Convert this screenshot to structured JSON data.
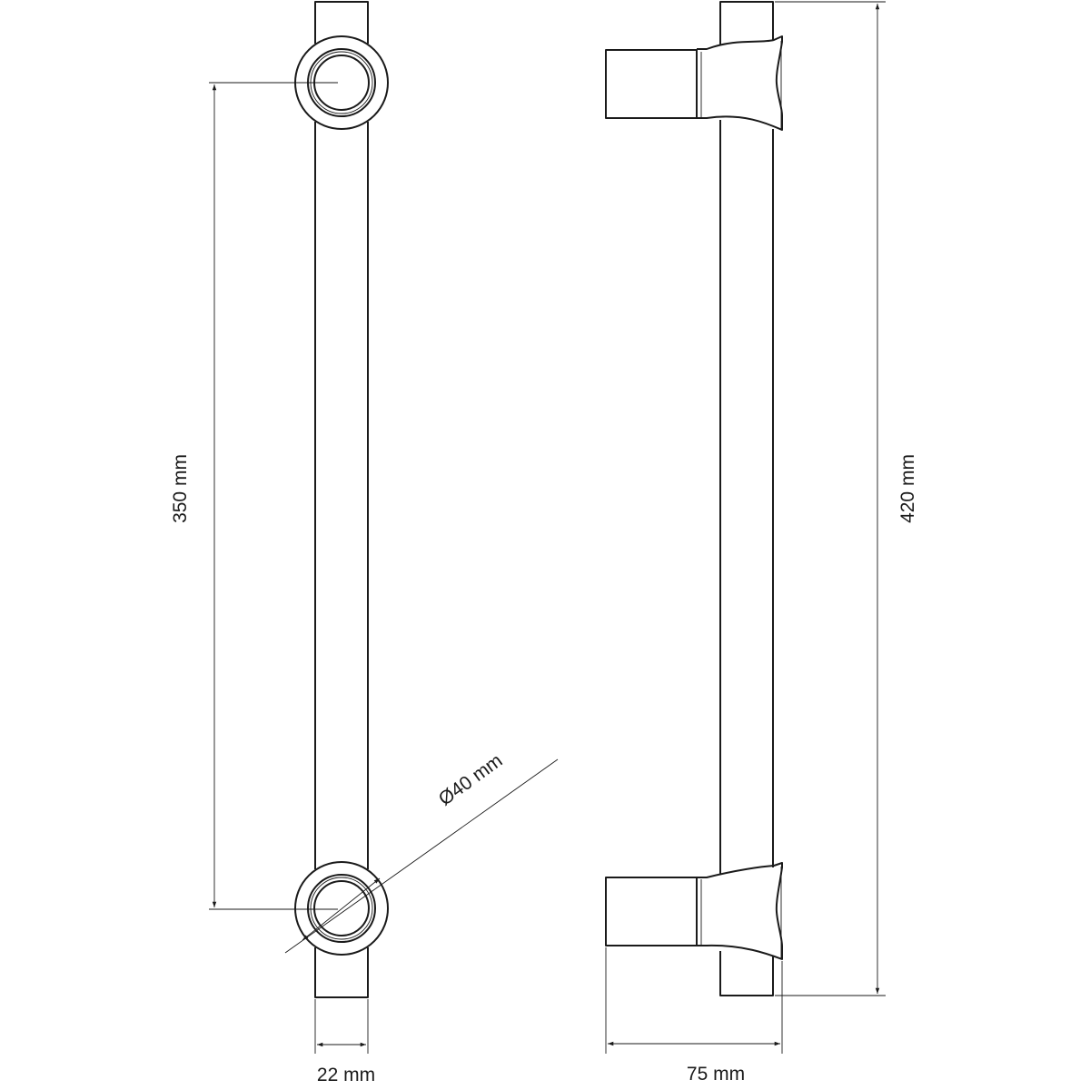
{
  "drawing": {
    "labels": {
      "center_distance": "350 mm",
      "total_length": "420 mm",
      "rose_diameter": "Ø40 mm",
      "bar_diameter": "22 mm",
      "projection": "75 mm"
    }
  }
}
